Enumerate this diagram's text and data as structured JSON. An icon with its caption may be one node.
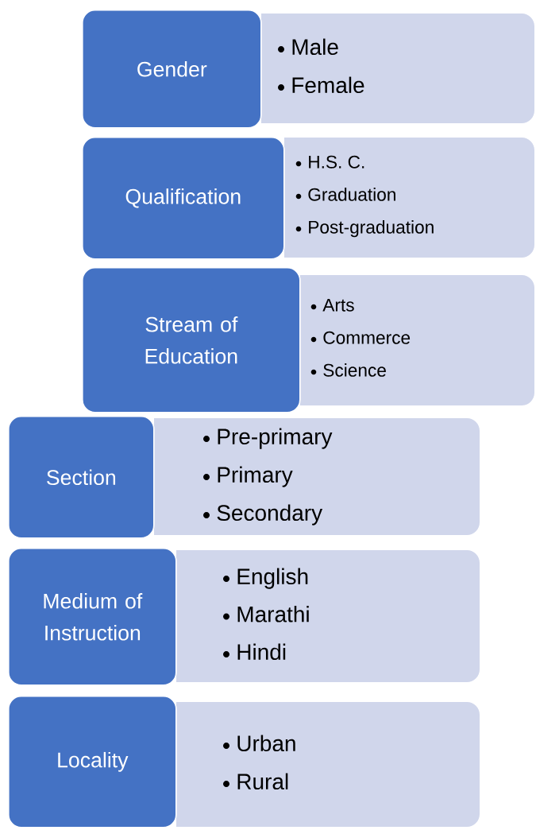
{
  "diagram": {
    "nodes": [
      {
        "text": [
          "Gender"
        ]
      },
      {
        "text": [
          "Male",
          "Female"
        ]
      },
      {
        "text": [
          "Qualification"
        ]
      },
      {
        "text": [
          "H.S. C.",
          "Graduation",
          "Post-graduation"
        ]
      },
      {
        "text": [
          "Stream of Education"
        ]
      },
      {
        "text": [
          "Arts",
          "Commerce",
          "Science"
        ]
      },
      {
        "text": [
          "Section"
        ]
      },
      {
        "text": [
          "Pre-primary",
          "Primary",
          "Secondary"
        ]
      },
      {
        "text": [
          "Medium of Instruction"
        ]
      },
      {
        "text": [
          "English",
          "Marathi",
          "Hindi"
        ]
      },
      {
        "text": [
          "Locality"
        ]
      },
      {
        "text": [
          "Urban",
          "Rural"
        ]
      }
    ]
  }
}
